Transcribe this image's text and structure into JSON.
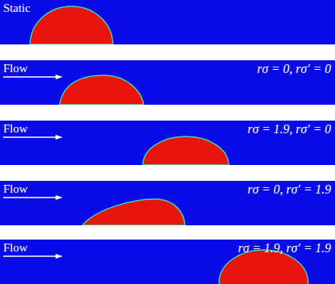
{
  "diagram": {
    "nodes": [
      {
        "text": [
          "Static"
        ]
      },
      {
        "text": [
          "Flow",
          "rσ = 0, rσ′ = 0"
        ]
      },
      {
        "text": [
          "Flow",
          "rσ = 1.9, rσ′ = 0"
        ]
      },
      {
        "text": [
          "Flow",
          "rσ = 0, rσ′ = 1.9"
        ]
      },
      {
        "text": [
          "Flow",
          "rσ = 1.9, rσ′ = 1.9"
        ]
      }
    ]
  }
}
